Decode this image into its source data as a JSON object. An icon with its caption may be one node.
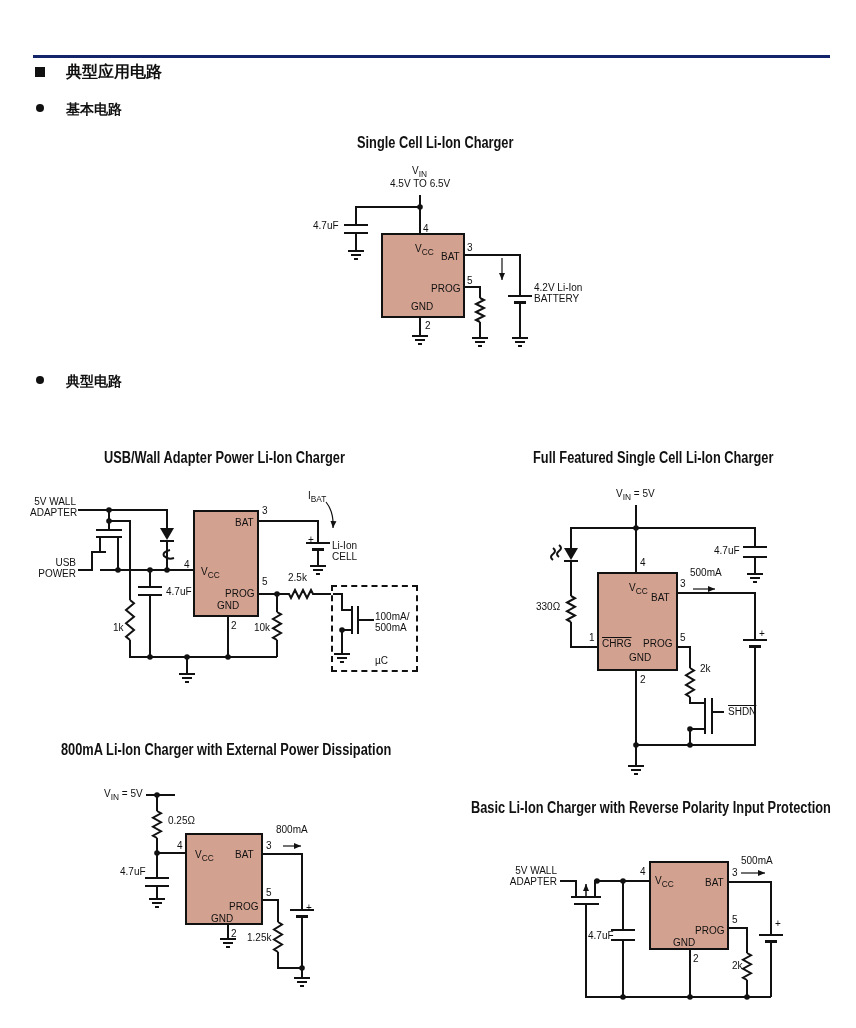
{
  "diagram": {
    "title": "典型应用电路",
    "nodes": [
      {
        "text": [
          "V$_{CC}$",
          "BAT",
          "PROG",
          "GND"
        ]
      },
      {
        "text": [
          "BAT",
          "V$_{CC}$",
          "PROG",
          "GND"
        ]
      },
      {
        "text": [
          "100mA/ 500mA",
          "µC"
        ]
      },
      {
        "text": [
          "V$_{CC}$",
          "BAT",
          "CHRG",
          "PROG",
          "GND"
        ]
      },
      {
        "text": [
          "V$_{CC}$",
          "BAT",
          "PROG",
          "GND"
        ]
      },
      {
        "text": [
          "V$_{CC}$",
          "BAT",
          "PROG",
          "GND"
        ]
      }
    ],
    "edges": [
      {
        "from": 1,
        "to": 2,
        "arrow": "none"
      }
    ],
    "labels": [
      "基本电路",
      "Single Cell Li-Ion Charger",
      "V$_{IN}$",
      "4.5V TO 6.5V",
      "4.7uF",
      "4",
      "3",
      "5",
      "4.2V Li-Ion BATTERY",
      "2",
      "典型电路",
      "USB/Wall Adapter Power Li-Ion Charger",
      "Full Featured Single Cell Li-Ion Charger",
      "5V WALL ADAPTER",
      "3",
      "I$_{BAT}$",
      "V$_{IN}$ = 5V",
      "USB POWER",
      "4",
      "+",
      "Li-Ion CELL",
      "4.7uF",
      "5",
      "2.5k",
      "1k",
      "2",
      "10k",
      "4.7uF",
      "4",
      "3",
      "500mA",
      "330Ω",
      "1",
      "5",
      "+",
      "2k",
      "2",
      "SHDN",
      "800mA Li-Ion Charger with External Power Dissipation",
      "Basic Li-Ion Charger with Reverse Polarity Input Protection",
      "V$_{IN}$ = 5V",
      "0.25Ω",
      "4",
      "800mA",
      "3",
      "4.7uF",
      "5",
      "+",
      "2",
      "1.25k",
      "5V WALL ADAPTER",
      "4",
      "500mA",
      "3",
      "4.7uF",
      "5",
      "+",
      "2",
      "2k"
    ]
  }
}
